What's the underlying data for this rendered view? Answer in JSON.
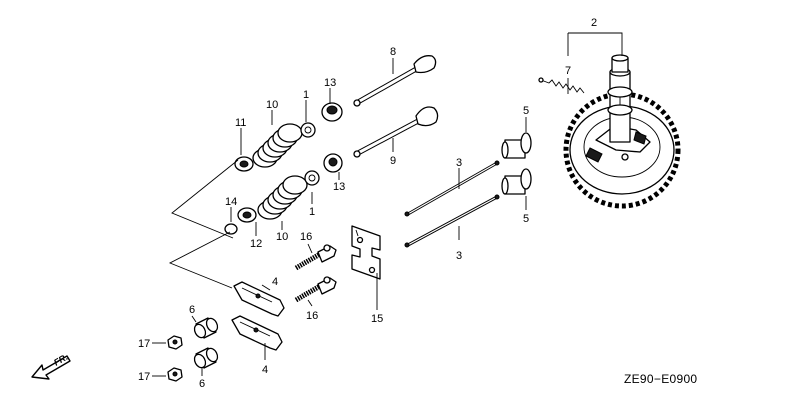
{
  "diagram_code": "ZE90−E0900",
  "direction_label": "FR.",
  "callouts": {
    "c1a": "1",
    "c1b": "1",
    "c2": "2",
    "c3a": "3",
    "c3b": "3",
    "c4a": "4",
    "c4b": "4",
    "c5a": "5",
    "c5b": "5",
    "c6a": "6",
    "c6b": "6",
    "c7": "7",
    "c8": "8",
    "c9": "9",
    "c10a": "10",
    "c10b": "10",
    "c11": "11",
    "c12": "12",
    "c13a": "13",
    "c13b": "13",
    "c14": "14",
    "c15": "15",
    "c16a": "16",
    "c16b": "16",
    "c17a": "17",
    "c17b": "17"
  }
}
